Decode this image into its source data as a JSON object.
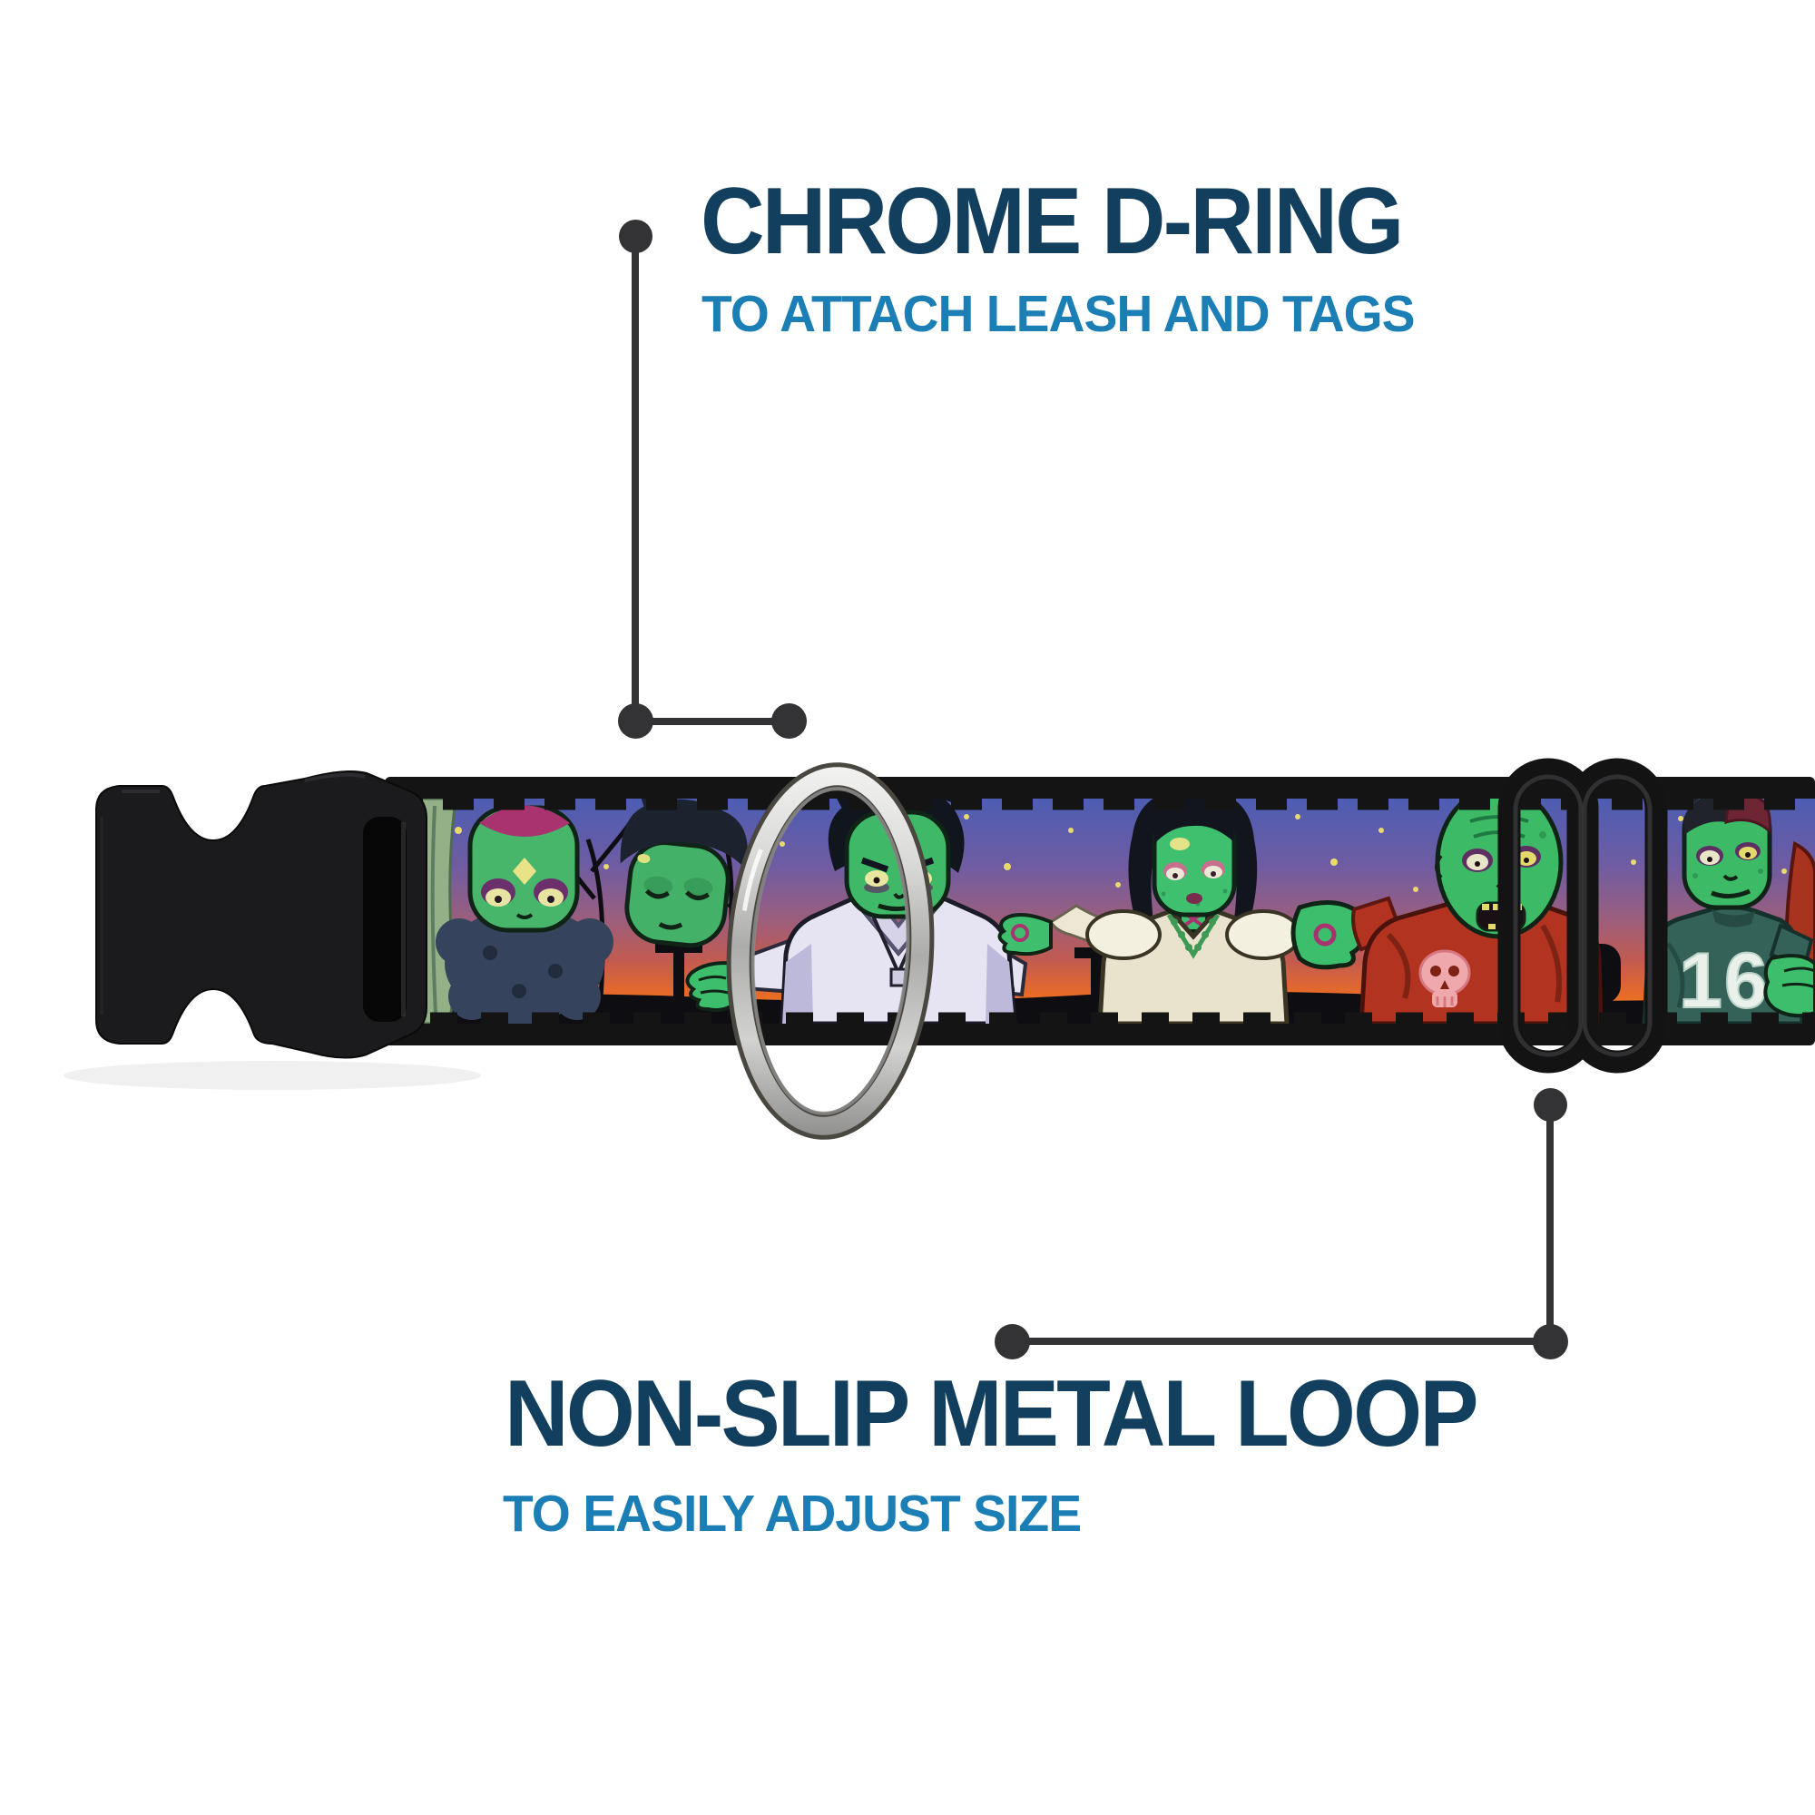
{
  "image_type": "product-feature-callout-diagram",
  "product": {
    "kind": "dog-collar",
    "parts": [
      {
        "name": "side-release-buckle",
        "color": "#1B1B1D"
      },
      {
        "name": "chrome-d-ring",
        "color": "#D8D8D6"
      },
      {
        "name": "non-slip-metal-loop",
        "color": "#161616"
      },
      {
        "name": "printed-webbing",
        "theme": "zombies-at-sunset-graveyard"
      }
    ],
    "artwork": {
      "jersey_number": "16",
      "zombie_skin": "#3FBE6C",
      "sky_top": "#4D5DB3",
      "sky_mid": "#985E80",
      "sky_bottom": "#F28A1E",
      "silhouette": "#0E0D12",
      "star_color": "#EAD96F",
      "skull_color": "#EFA8AC"
    }
  },
  "callouts": {
    "top": {
      "title": "CHROME D-RING",
      "subtitle": "TO ATTACH LEASH AND TAGS"
    },
    "bottom": {
      "title": "NON-SLIP METAL LOOP",
      "subtitle": "TO EASILY ADJUST SIZE"
    }
  },
  "colors": {
    "title_text": "#123F5E",
    "subtitle_text": "#1B7FB5",
    "leader_line": "#333336",
    "background": "#FFFFFF"
  }
}
